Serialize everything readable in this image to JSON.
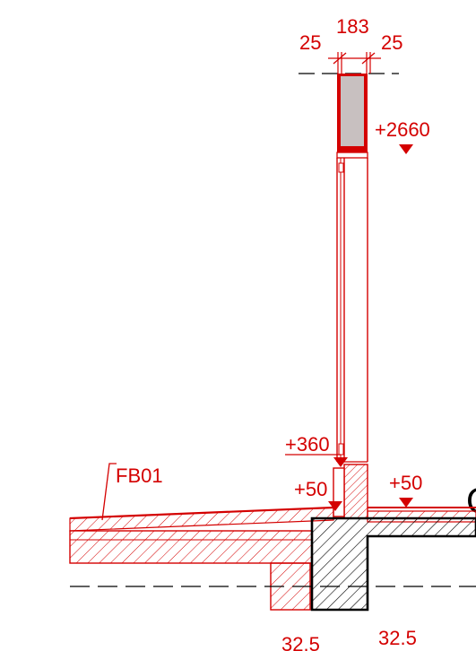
{
  "colors": {
    "line": "#d40000",
    "hatch_black": "#000000",
    "glass_fill": "#c8c0c0",
    "background": "#ffffff"
  },
  "dimensions": {
    "top_center": "183",
    "top_left": "25",
    "top_right": "25",
    "bottom_left": "32.5",
    "bottom_right": "32.5"
  },
  "levels": {
    "top": "+2660",
    "sill": "+360",
    "floor_left": "+50",
    "floor_right": "+50"
  },
  "labels": {
    "floor_build_up": "FB01",
    "side_letter": "G"
  },
  "icons": [
    "level-marker-icon",
    "dimension-tick-icon"
  ]
}
